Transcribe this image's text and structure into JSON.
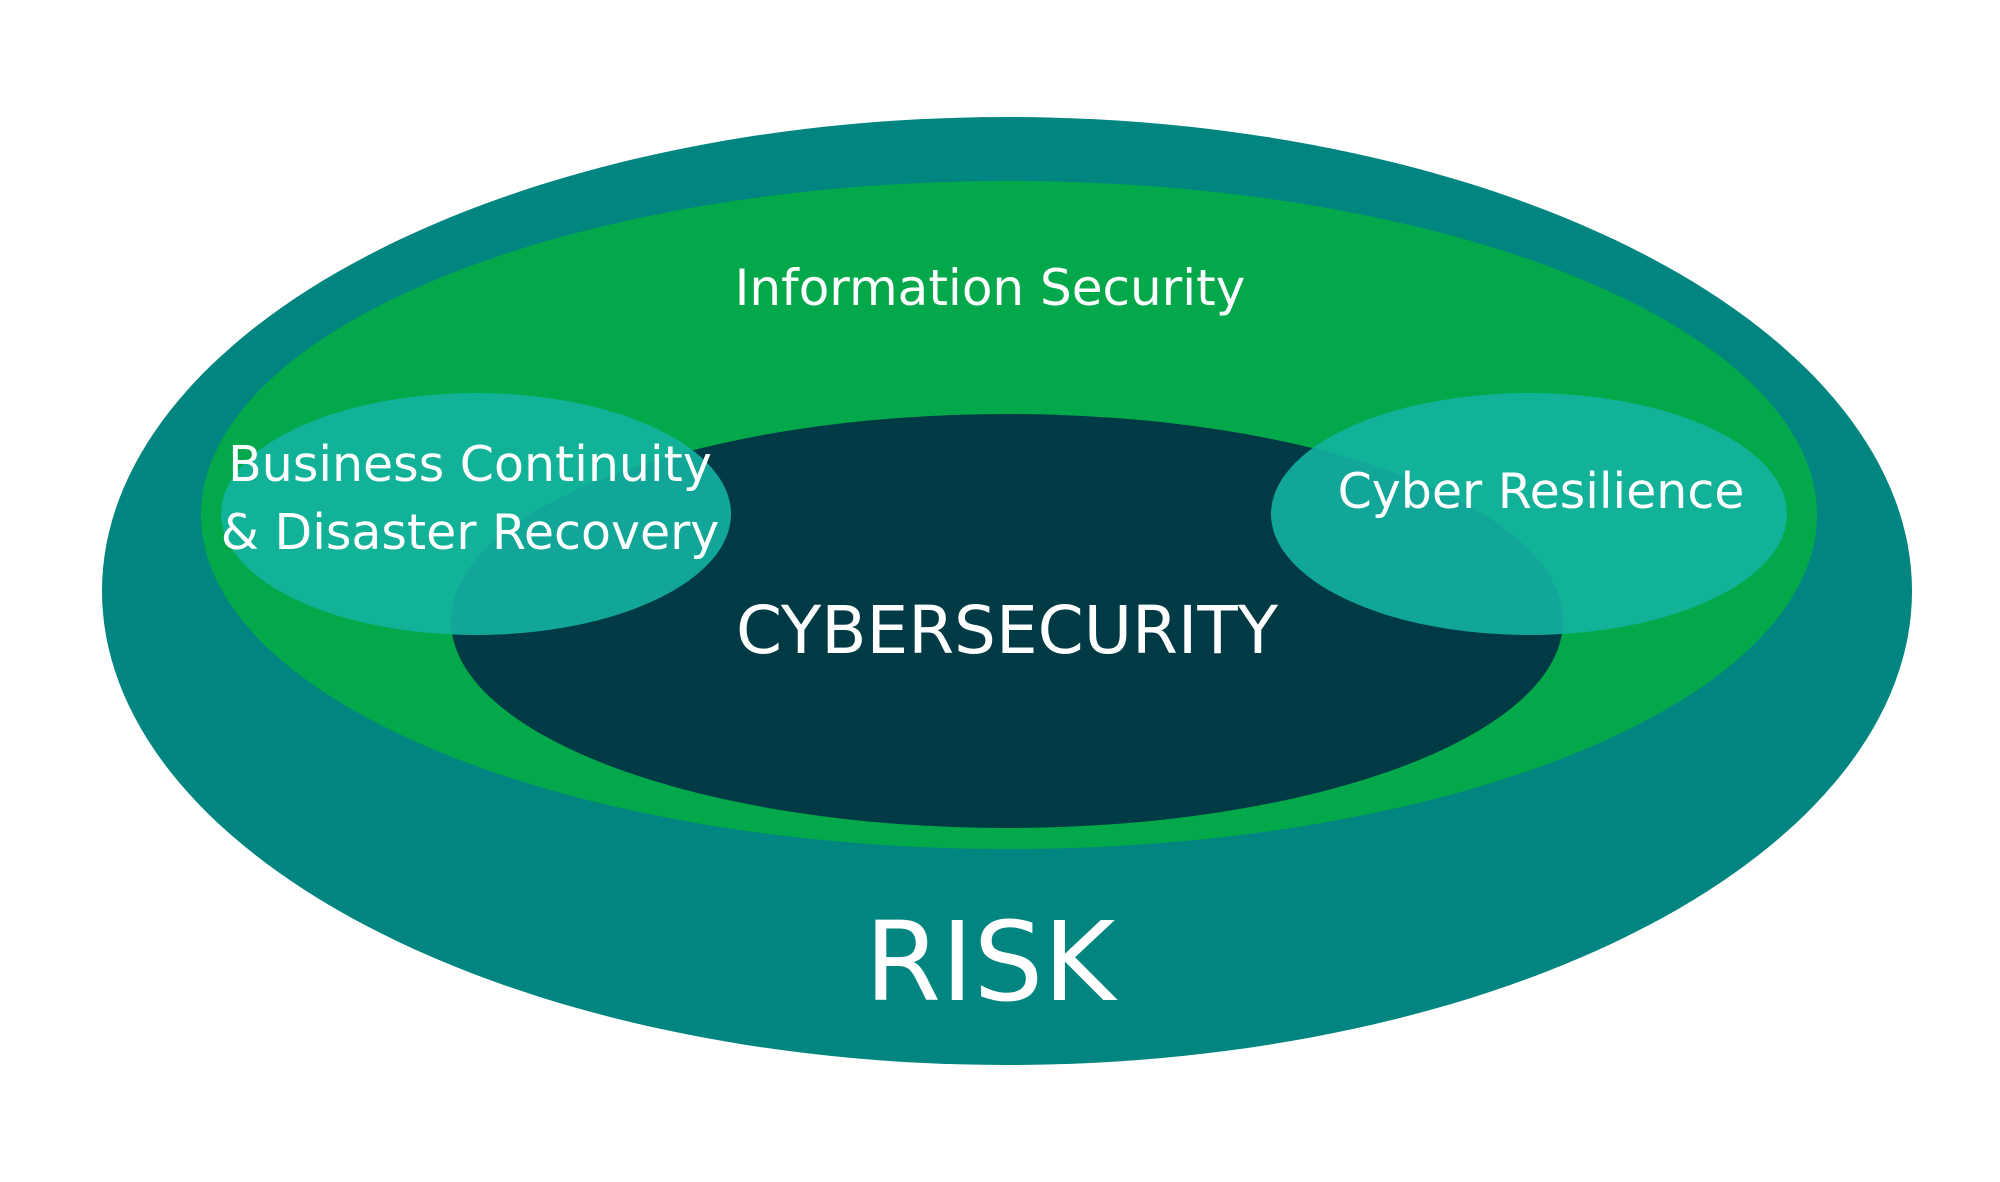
{
  "diagram": {
    "outer": {
      "label": "RISK"
    },
    "middle": {
      "label": "Information Security"
    },
    "inner": {
      "label": "CYBERSECURITY"
    },
    "left_overlap": {
      "line1": "Business Continuity",
      "line2": "& Disaster Recovery"
    },
    "right_overlap": {
      "label": "Cyber Resilience"
    }
  },
  "colors": {
    "background": "#ffffff",
    "risk": "#008580",
    "information_security": "#03a84a",
    "cybersecurity": "#003a45",
    "overlap": "#13b3a0",
    "text": "#ffffff"
  }
}
